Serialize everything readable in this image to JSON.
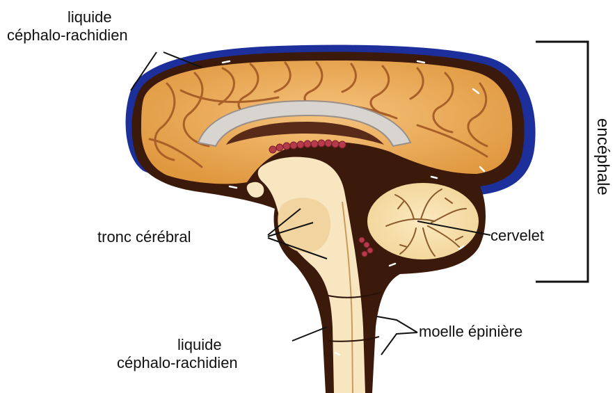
{
  "labels": {
    "csf_top_line1": "liquide",
    "csf_top_line2": "céphalo-rachidien",
    "brainstem": "tronc cérébral",
    "cerebellum": "cervelet",
    "spinal_cord": "moelle épinière",
    "csf_bottom_line1": "liquide",
    "csf_bottom_line2": "céphalo-rachidien",
    "encephalon": "encéphale"
  },
  "colors": {
    "csf_blue": "#1c2f9b",
    "brain_tissue": "#f0b46a",
    "brain_sulcus": "#a85f28",
    "membrane": "#3b1a0c",
    "inner_cord": "#f7e6bf",
    "corpus_callosum": "#d8d4d0",
    "vessels": "#b53a4a"
  }
}
